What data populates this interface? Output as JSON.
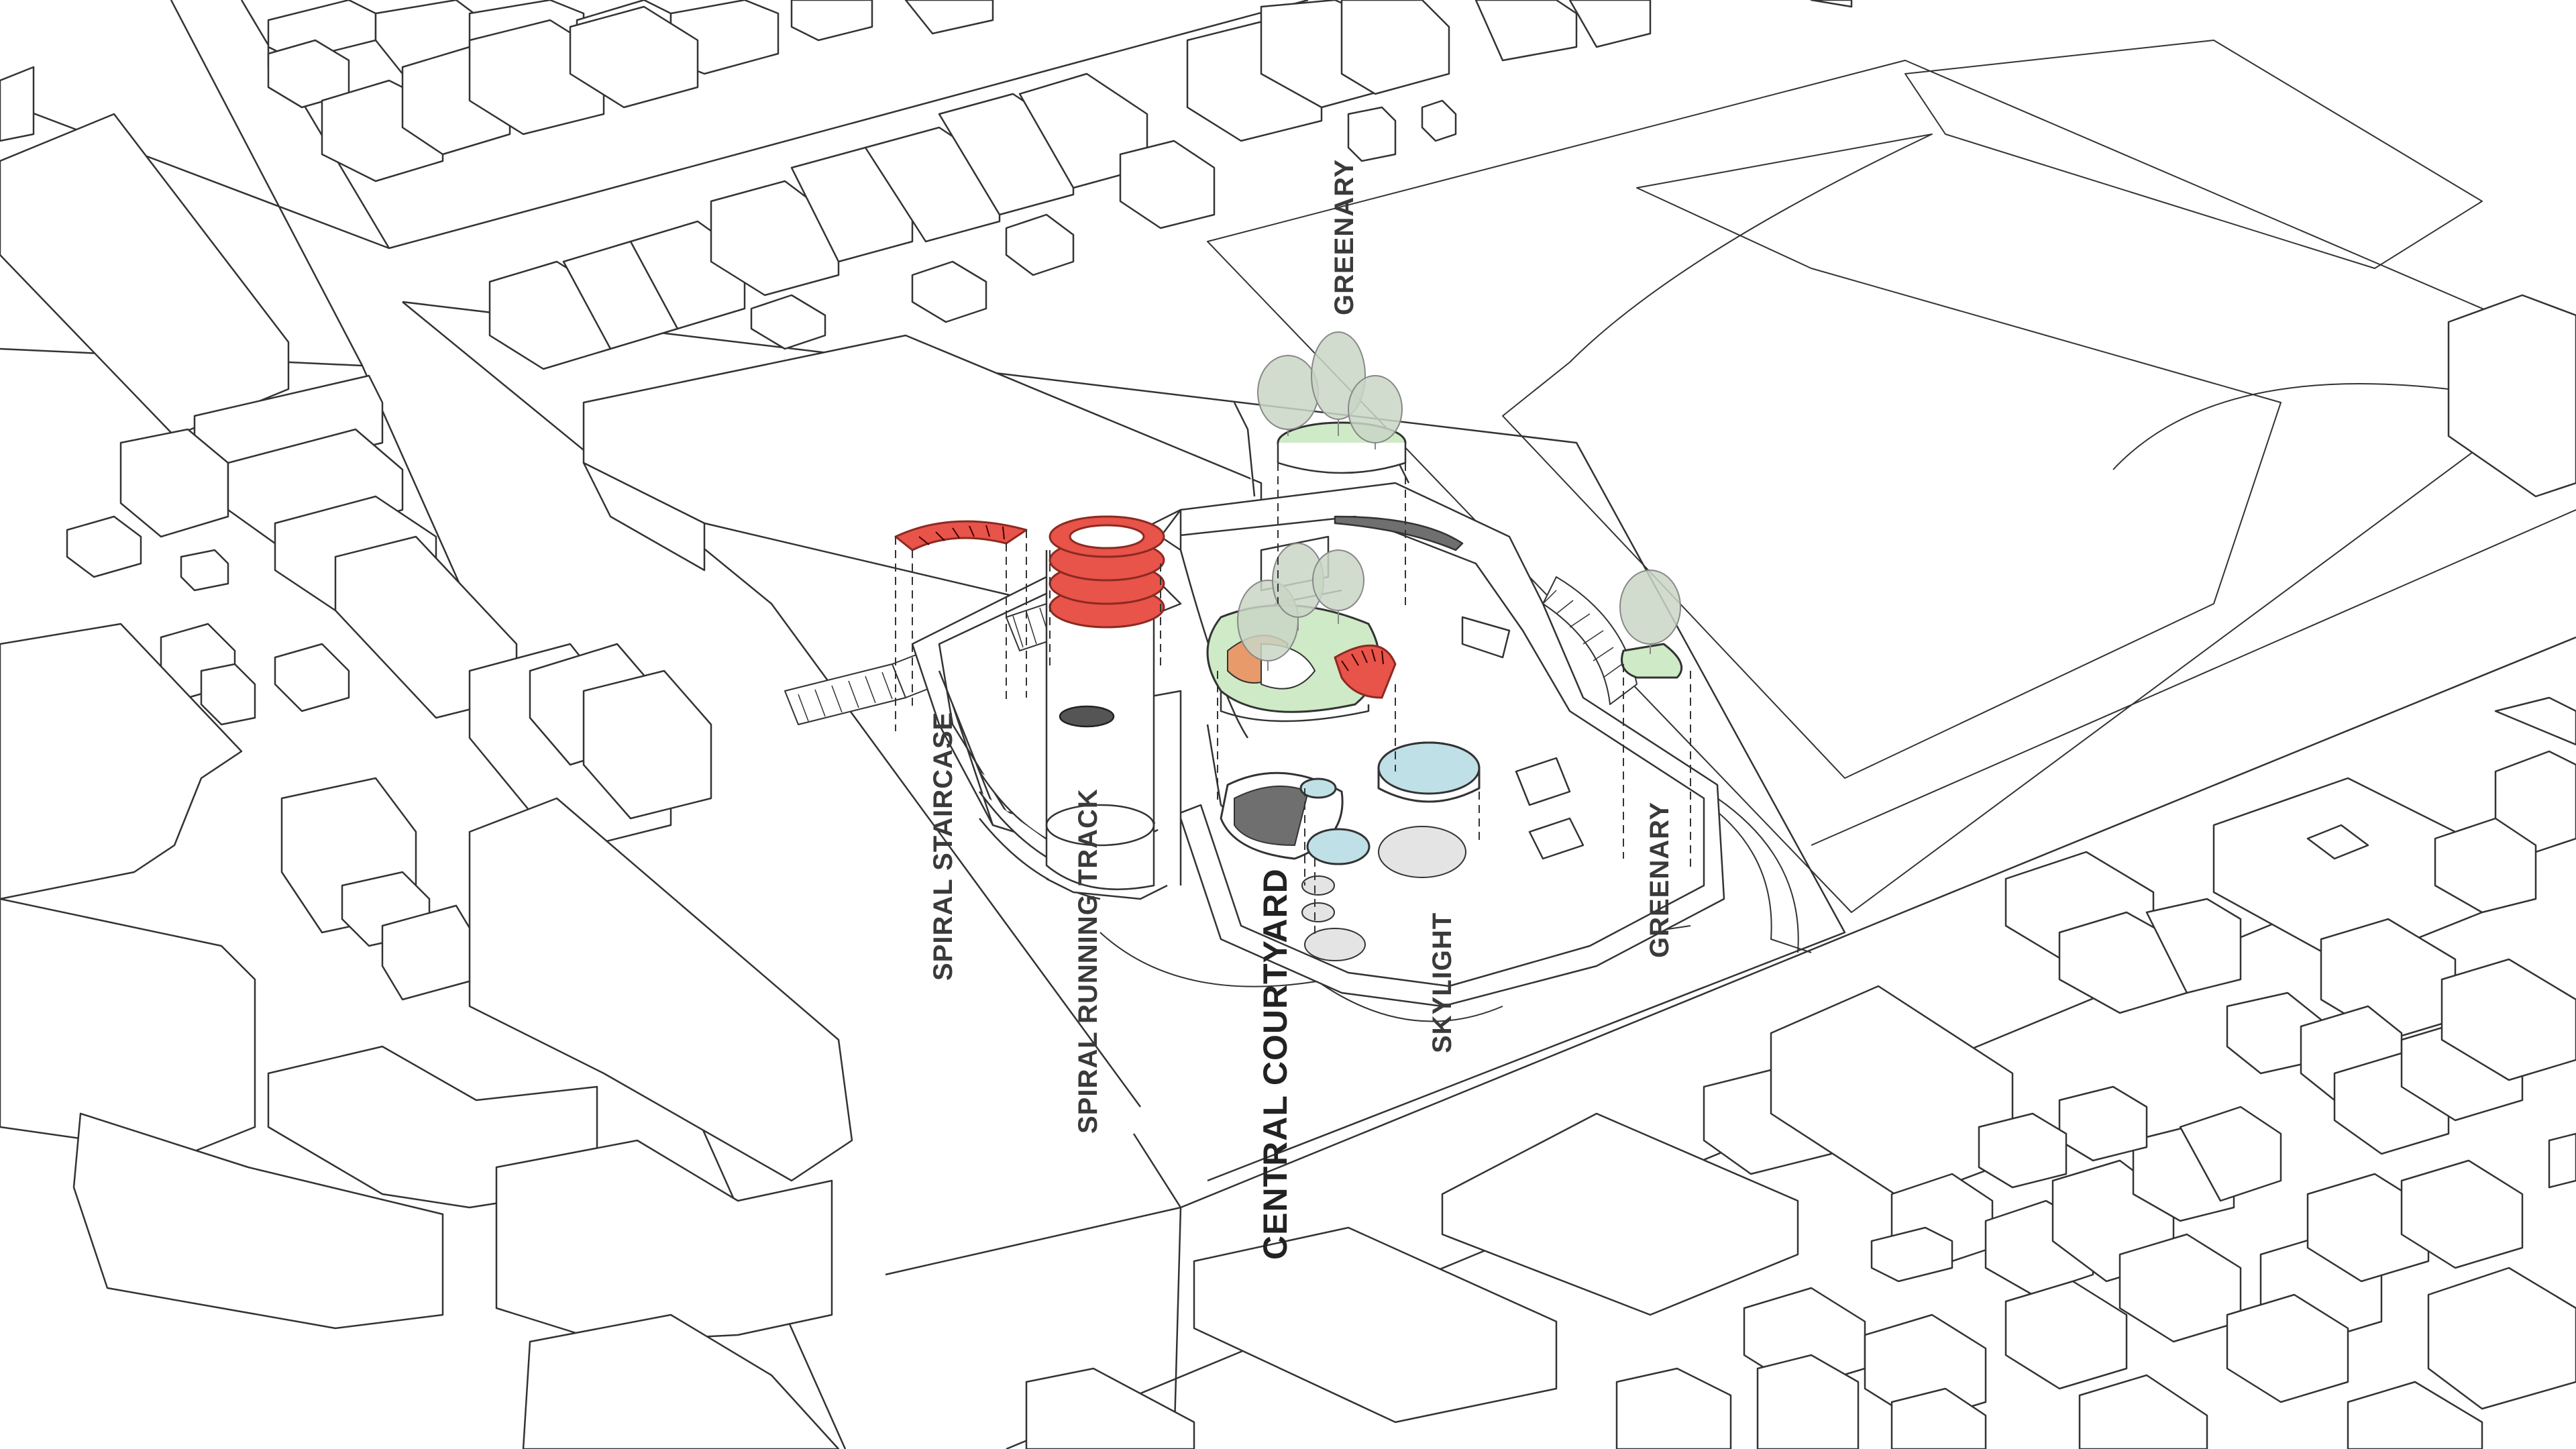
{
  "labels": {
    "greenery_top": "GREENARY",
    "greenery_right": "GREENARY",
    "spiral_staircase": "SPIRAL STAIRCASE",
    "spiral_running_track": "SPIRAL RUNNING TRACK",
    "central_courtyard": "CENTRAL COURTYARD",
    "skylight": "SKYLIGHT"
  },
  "colors": {
    "line": "#333333",
    "red": "#e8534a",
    "dark_red": "#8b2a22",
    "green": "#cfeac6",
    "tree": "#c9d6c6",
    "blue": "#bfe0e6",
    "orange": "#e89a6a",
    "grey": "#e4e4e4",
    "dark_grey": "#6f6f6f"
  }
}
